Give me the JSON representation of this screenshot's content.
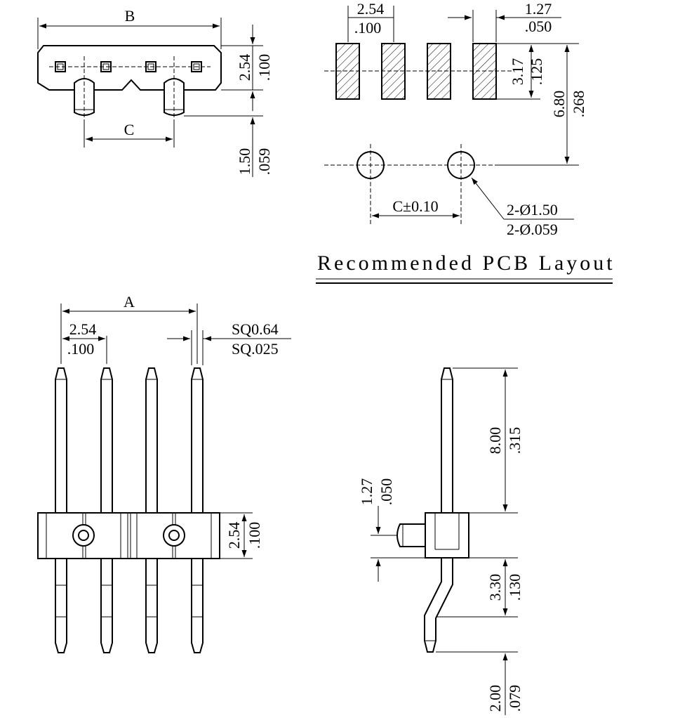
{
  "colors": {
    "line": "#000000",
    "background": "#ffffff"
  },
  "front_view": {
    "dim_b": "B",
    "dim_c": "C",
    "pitch_mm": "2.54",
    "pitch_in": ".100",
    "pin_mm": "1.50",
    "pin_in": ".059"
  },
  "pcb_layout": {
    "title": "Recommended PCB Layout",
    "pitch_mm": "2.54",
    "pitch_in": ".100",
    "pad_w_mm": "1.27",
    "pad_w_in": ".050",
    "pad_h_mm": "3.17",
    "pad_h_in": ".125",
    "span_mm": "6.80",
    "span_in": ".268",
    "hole_spacing": "C±0.10",
    "hole_mm": "2-Ø1.50",
    "hole_in": "2-Ø.059"
  },
  "side_view": {
    "dim_a": "A",
    "pitch_mm": "2.54",
    "pitch_in": ".100",
    "sq_mm": "SQ0.64",
    "sq_in": "SQ.025",
    "body_mm": "2.54",
    "body_in": ".100"
  },
  "end_view": {
    "top_mm": "8.00",
    "top_in": ".315",
    "peg_mm": "1.27",
    "peg_in": ".050",
    "bend_mm": "3.30",
    "bend_in": ".130",
    "tip_mm": "2.00",
    "tip_in": ".079"
  }
}
